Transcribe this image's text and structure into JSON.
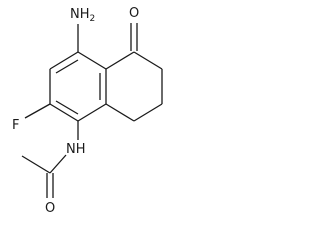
{
  "molecule": {
    "atoms": {
      "amine": {
        "symbol": "NH",
        "subscript": "2"
      },
      "ketone_oxygen": "O",
      "fluorine": "F",
      "amide_nitrogen": "NH",
      "amide_oxygen": "O"
    }
  }
}
